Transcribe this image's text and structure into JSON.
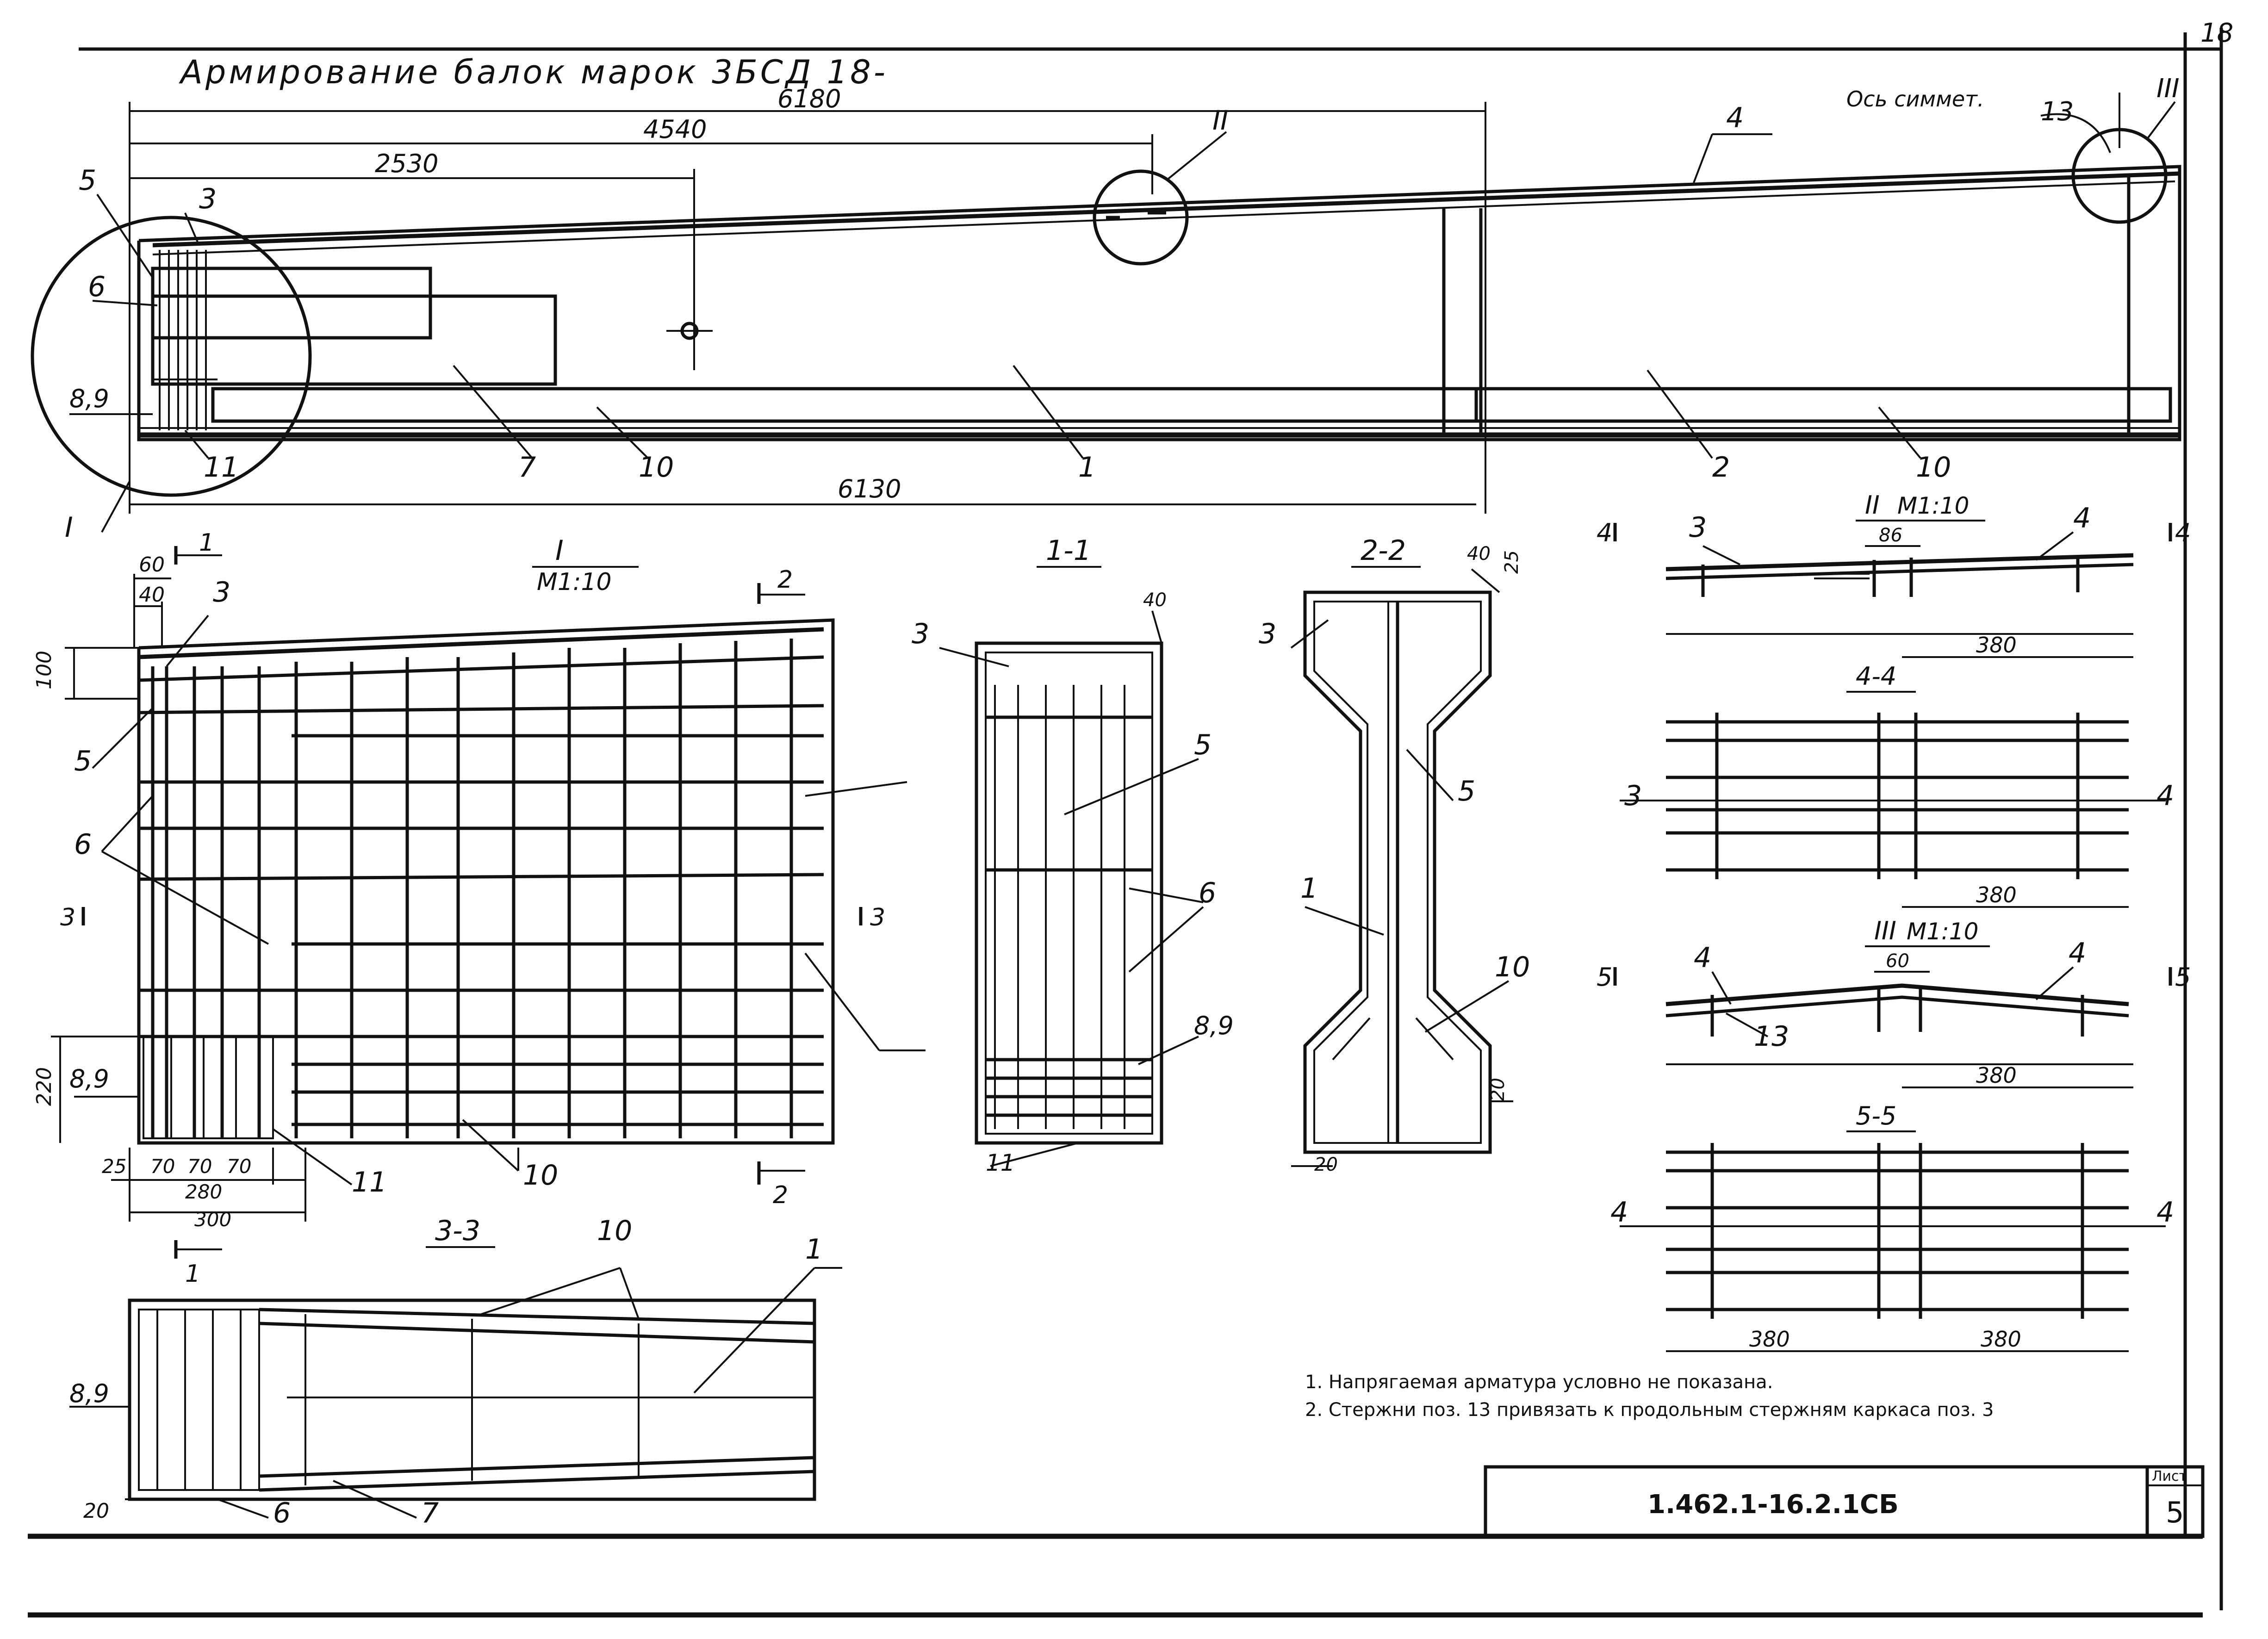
{
  "sheet": {
    "corner_number": "18",
    "title": "Армирование балок марок 3БСД 18-",
    "axis_note": "Ось симмет.",
    "code": "1.462.1-16.2.1СБ",
    "sheet_label": "Лист",
    "sheet_number": "5"
  },
  "elevation": {
    "dims": {
      "overall": "6180",
      "d4540": "4540",
      "d2530": "2530",
      "bottom": "6130"
    },
    "callouts": {
      "c5": "5",
      "c3": "3",
      "c6": "6",
      "c89": "8,9",
      "c11": "11",
      "c7": "7",
      "c10a": "10",
      "c1": "1",
      "c2": "2",
      "c10b": "10",
      "c4": "4",
      "c13": "13"
    },
    "nodes": {
      "n1": "I",
      "n2": "II",
      "n3": "III"
    }
  },
  "detail_I": {
    "title": "I",
    "scale": "М1:10",
    "dims": {
      "d60": "60",
      "d40": "40",
      "d100": "100",
      "d220": "220",
      "d25": "25",
      "d70a": "70",
      "d70b": "70",
      "d70c": "70",
      "d280": "280",
      "d300": "300"
    },
    "callouts": {
      "c3": "3",
      "c5": "5",
      "c6": "6",
      "c89": "8,9",
      "c11": "11",
      "c10": "10"
    },
    "sections": {
      "s1": "1",
      "s2top": "2",
      "s3left": "3",
      "s3right": "3",
      "s2bot": "2",
      "s1bot": "1"
    }
  },
  "section_1_1": {
    "title": "1-1",
    "dims": {
      "d40": "40"
    },
    "callouts": {
      "c3": "3",
      "c5": "5",
      "c6": "6",
      "c89": "8,9",
      "c11": "11"
    }
  },
  "section_2_2": {
    "title": "2-2",
    "dims": {
      "d40": "40",
      "d25": "25",
      "d20a": "20",
      "d20b": "20"
    },
    "callouts": {
      "c3": "3",
      "c5": "5",
      "c1": "1",
      "c10": "10"
    }
  },
  "section_3_3": {
    "title": "3-3",
    "dims": {
      "d20": "20"
    },
    "callouts": {
      "c10": "10",
      "c1": "1",
      "c89": "8,9",
      "c6": "6",
      "c7": "7"
    }
  },
  "node_II": {
    "title": "II",
    "scale": "М1:10",
    "sec_left": "4",
    "sec_right": "4",
    "dims": {
      "d86": "86",
      "d380": "380"
    },
    "callouts": {
      "c3": "3",
      "c4": "4"
    }
  },
  "section_4_4": {
    "title": "4-4",
    "dims": {
      "d380": "380"
    },
    "callouts": {
      "c3": "3",
      "c4": "4"
    }
  },
  "node_III": {
    "title": "III",
    "scale": "М1:10",
    "sec_left": "5",
    "sec_right": "5",
    "dims": {
      "d60": "60",
      "d380": "380"
    },
    "callouts": {
      "c4a": "4",
      "c4b": "4",
      "c13": "13"
    }
  },
  "section_5_5": {
    "title": "5-5",
    "dims": {
      "d380a": "380",
      "d380b": "380"
    },
    "callouts": {
      "c4a": "4",
      "c4b": "4"
    }
  },
  "notes": [
    "1. Напрягаемая арматура условно не показана.",
    "2. Стержни поз. 13 привязать к продольным стержням каркаса поз. 3"
  ]
}
